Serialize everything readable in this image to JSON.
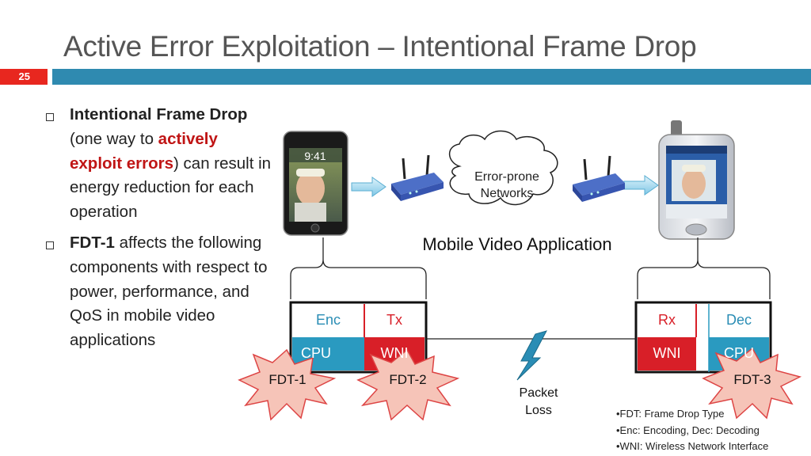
{
  "slide": {
    "title": "Active Error Exploitation – Intentional Frame Drop",
    "number": "25"
  },
  "bullets": {
    "b1": {
      "bold1": "Intentional Frame Drop",
      "plain1": " (one way to ",
      "red": "actively exploit errors",
      "plain2": ") can result in energy reduction for each operation"
    },
    "b2": {
      "bold": "FDT-1",
      "plain": " affects the following components with respect to power, performance, and QoS in mobile video applications"
    }
  },
  "diagram": {
    "phone_time": "9:41",
    "cloud_label": "Error-prone Networks",
    "app_label": "Mobile Video Application",
    "sender": {
      "enc": "Enc",
      "tx": "Tx",
      "cpu": "CPU",
      "wni": "WNI"
    },
    "receiver": {
      "rx": "Rx",
      "dec": "Dec",
      "wni": "WNI",
      "cpu": "CPU"
    },
    "bursts": {
      "fdt1": "FDT-1",
      "fdt2": "FDT-2",
      "fdt3": "FDT-3"
    },
    "packet_loss": "Packet Loss"
  },
  "notes": [
    "•FDT: Frame Drop Type",
    "•Enc: Encoding, Dec: Decoding",
    "•WNI: Wireless Network Interface"
  ],
  "colors": {
    "accent_red": "#e8271f",
    "accent_blue": "#2f8ab0",
    "cell_teal": "#2a9ac0",
    "cell_red": "#d81f28",
    "burst": "#f6c4b8"
  }
}
